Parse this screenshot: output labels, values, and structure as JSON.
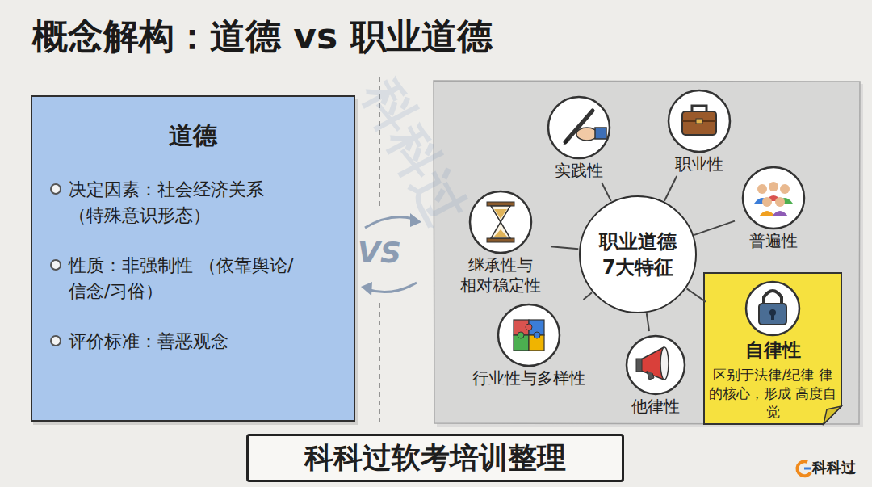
{
  "diagram": {
    "title": "概念解构：道德 vs 职业道德",
    "caption": "科科过软考培训整理",
    "nodes": [
      {
        "text": [
          "道德",
          "决定因素：社会经济关系 （特殊意识形态）",
          "性质：非强制性 （依靠舆论/信念/习俗）",
          "评价标准：善恶观念"
        ]
      },
      {
        "text": [
          "职业道德 7大特征"
        ]
      },
      {
        "text": [
          "实践性"
        ]
      },
      {
        "text": [
          "职业性"
        ]
      },
      {
        "text": [
          "继承性与 相对稳定性"
        ]
      },
      {
        "text": [
          "普遍性"
        ]
      },
      {
        "text": [
          "自律性",
          "区别于法律/纪律 律的核心，形成 高度自觉"
        ]
      },
      {
        "text": [
          "行业性与多样性"
        ]
      },
      {
        "text": [
          "他律性"
        ]
      }
    ],
    "edges": [
      {
        "from": 1,
        "to": 2,
        "arrow": "none"
      },
      {
        "from": 1,
        "to": 3,
        "arrow": "none"
      },
      {
        "from": 1,
        "to": 4,
        "arrow": "none"
      },
      {
        "from": 1,
        "to": 5,
        "arrow": "none"
      },
      {
        "from": 1,
        "to": 6,
        "arrow": "none"
      },
      {
        "from": 1,
        "to": 7,
        "arrow": "none"
      },
      {
        "from": 1,
        "to": 8,
        "arrow": "none"
      }
    ],
    "labels": [
      "VS",
      "科科过",
      "科科过"
    ]
  }
}
